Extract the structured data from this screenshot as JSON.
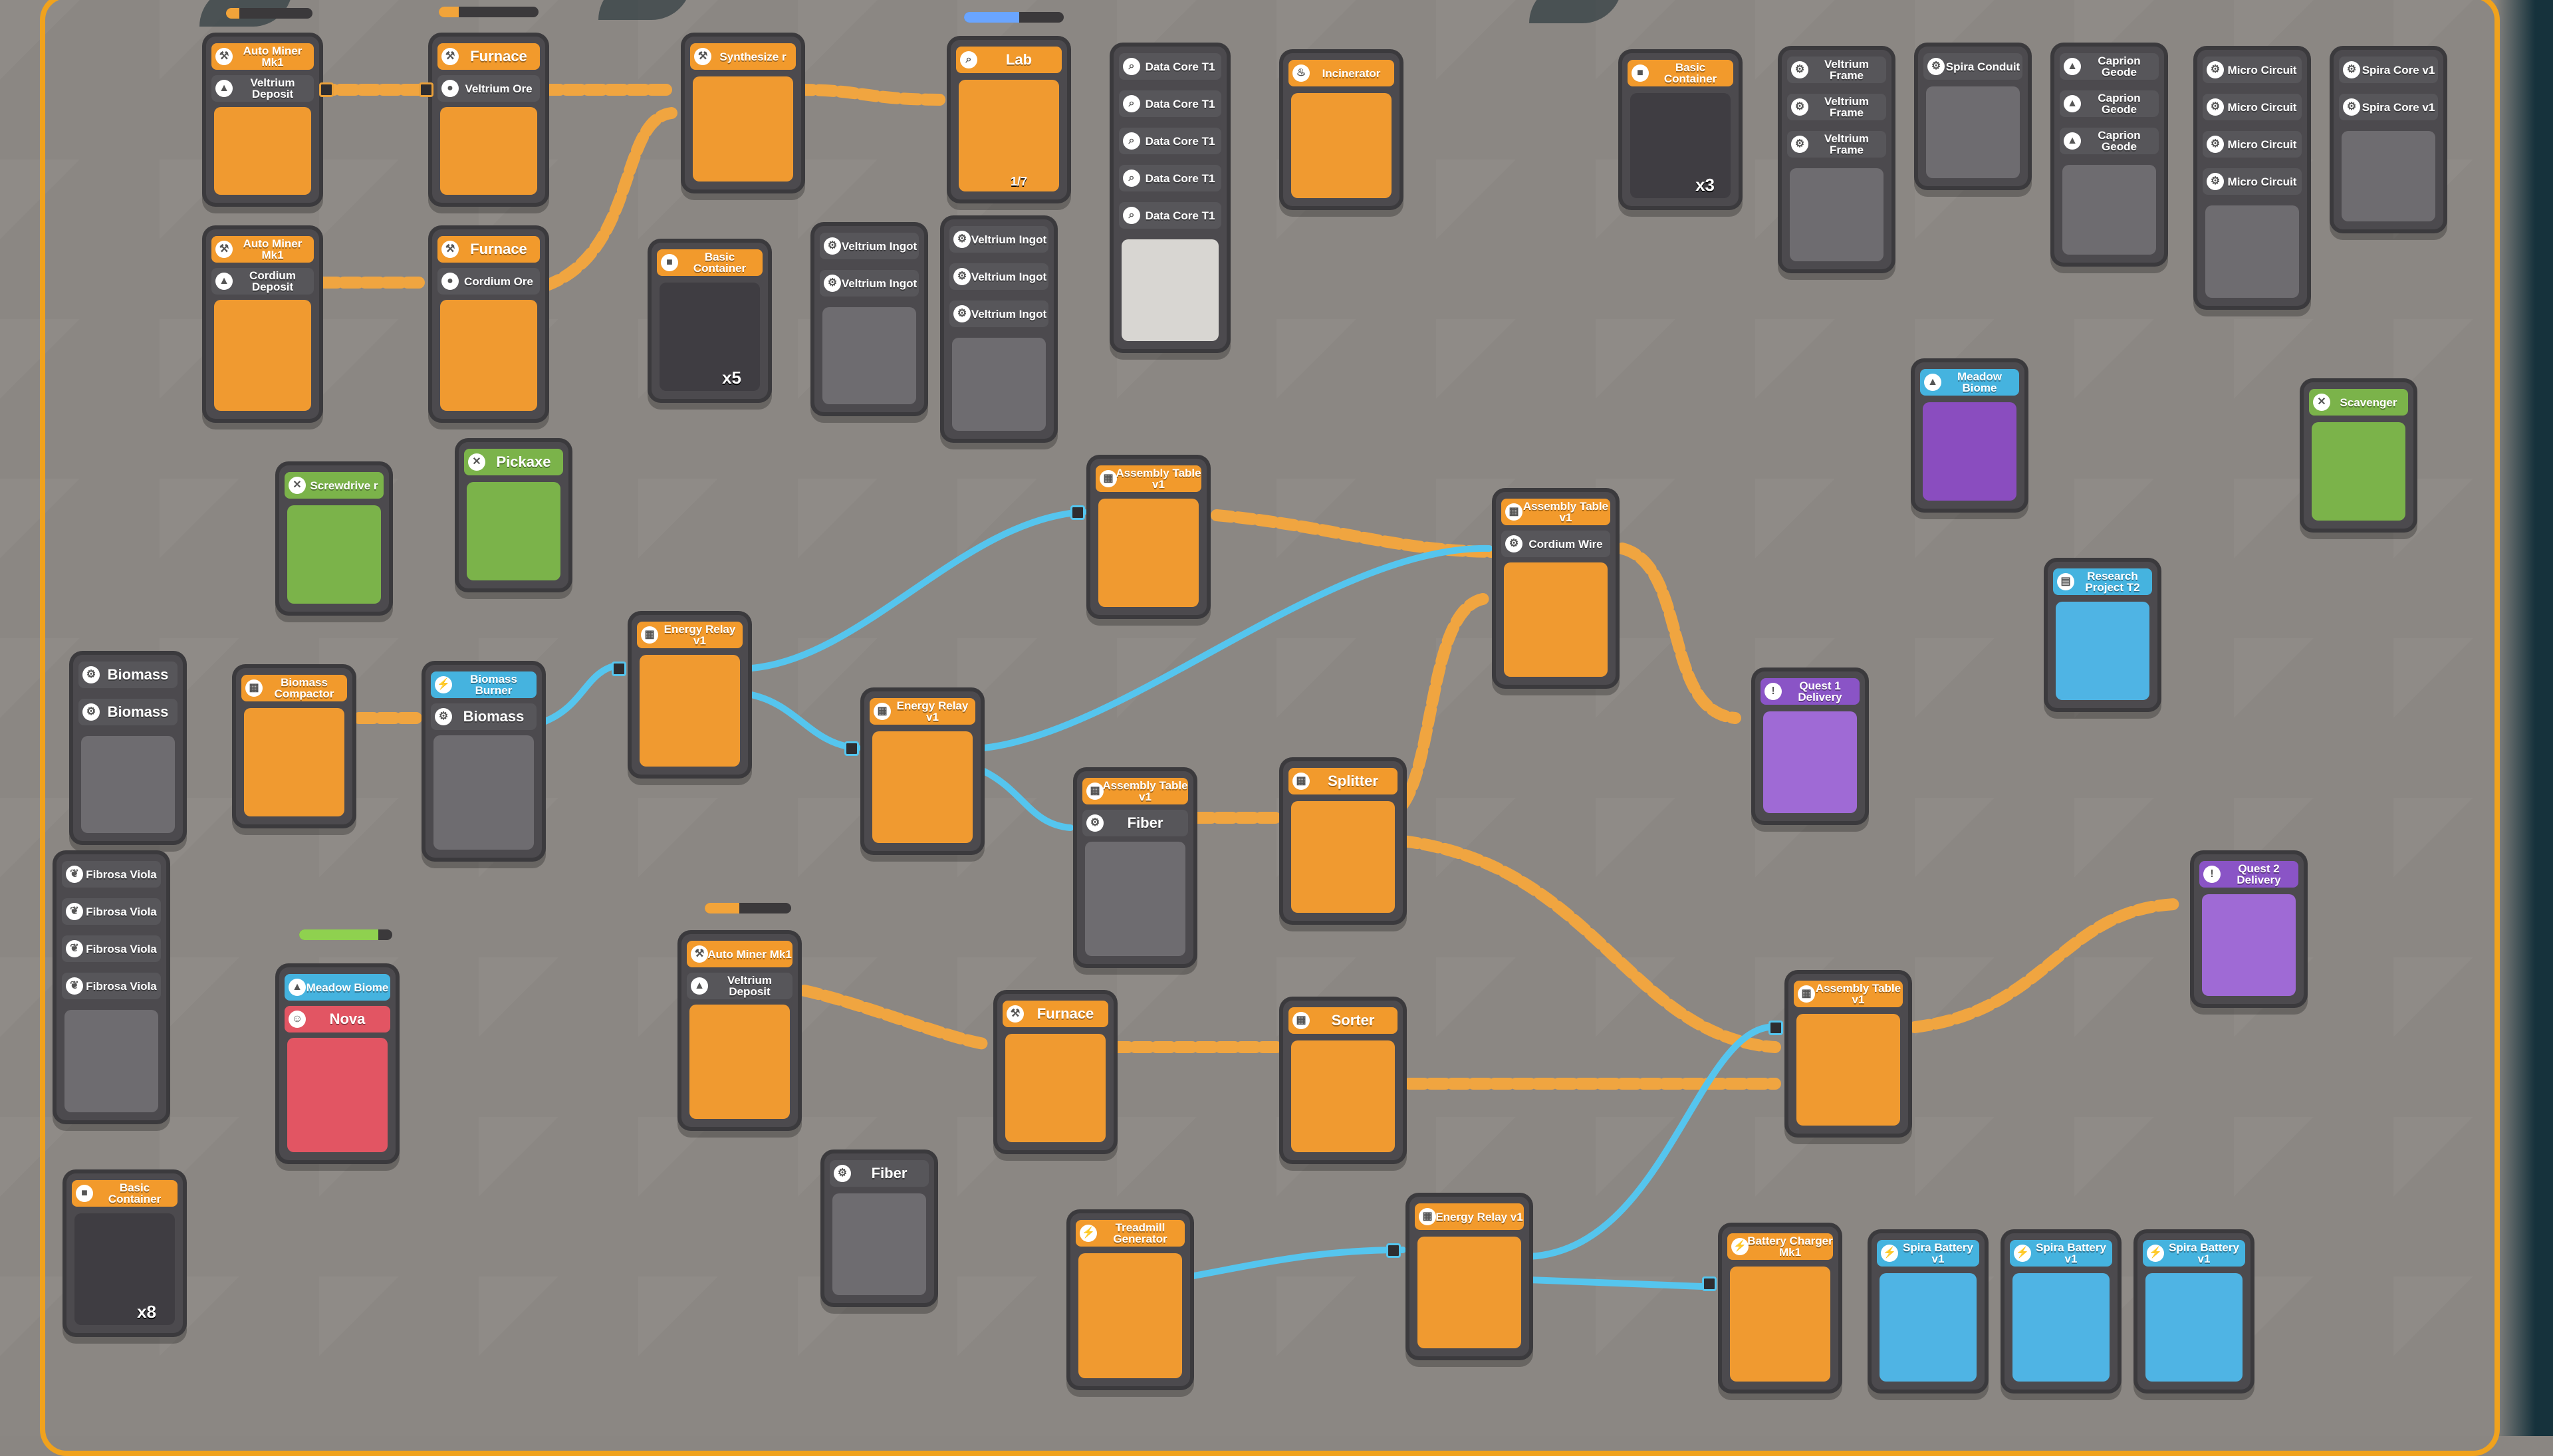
{
  "board": {
    "accent": "#f0a21d",
    "card_orange": "#f29a2c",
    "card_blue": "#45b3df",
    "card_purple": "#8a54c6",
    "card_grey": "#57565a",
    "conveyor_color": "#f0a540",
    "energy_color": "#55c5ee"
  },
  "cards": {
    "miner1": {
      "title": "Auto Miner Mk1",
      "sub": "Veltrium Deposit"
    },
    "miner2": {
      "title": "Auto Miner Mk1",
      "sub": "Cordium Deposit"
    },
    "miner3": {
      "title": "Auto Miner Mk1",
      "sub": "Veltrium Deposit"
    },
    "furnace1": {
      "title": "Furnace",
      "sub": "Veltrium Ore"
    },
    "furnace2": {
      "title": "Furnace",
      "sub": "Cordium Ore"
    },
    "furnace3": {
      "title": "Furnace"
    },
    "synth": {
      "title": "Synthesize r"
    },
    "lab": {
      "title": "Lab",
      "progress_label": "1/7"
    },
    "datacore": {
      "title": "Data Core T1",
      "stack": [
        "Data Core T1",
        "Data Core T1",
        "Data Core T1",
        "Data Core T1",
        "Data Core T1"
      ]
    },
    "incinerator": {
      "title": "Incinerator"
    },
    "container1": {
      "title": "Basic Container",
      "count": "x3"
    },
    "container2": {
      "title": "Basic Container",
      "count": "x5"
    },
    "container3": {
      "title": "Basic Container",
      "count": "x8"
    },
    "ingot1": {
      "stack": [
        "Veltrium Ingot",
        "Veltrium Ingot"
      ]
    },
    "ingot2": {
      "stack": [
        "Veltrium Ingot",
        "Veltrium Ingot",
        "Veltrium Ingot"
      ]
    },
    "frame": {
      "stack": [
        "Veltrium Frame",
        "Veltrium Frame",
        "Veltrium Frame"
      ]
    },
    "conduit": {
      "title": "Spira Conduit"
    },
    "geode": {
      "stack": [
        "Caprion Geode",
        "Caprion Geode",
        "Caprion Geode"
      ]
    },
    "circuit": {
      "stack": [
        "Micro Circuit",
        "Micro Circuit",
        "Micro Circuit",
        "Micro Circuit"
      ]
    },
    "spiracore": {
      "stack": [
        "Spira Core v1",
        "Spira Core v1"
      ]
    },
    "meadow1": {
      "title": "Meadow Biome"
    },
    "scavenger": {
      "title": "Scavenger"
    },
    "research": {
      "title": "Research Project T2"
    },
    "screwdriver": {
      "title": "Screwdrive r"
    },
    "pickaxe": {
      "title": "Pickaxe"
    },
    "asm1": {
      "title": "Assembly Table v1"
    },
    "asm2": {
      "title": "Assembly Table v1",
      "sub": "Cordium Wire"
    },
    "asm3": {
      "title": "Assembly Table v1",
      "sub": "Fiber"
    },
    "asm4": {
      "title": "Assembly Table v1"
    },
    "biomass": {
      "stack": [
        "Biomass",
        "Biomass"
      ]
    },
    "compactor": {
      "title": "Biomass Compactor"
    },
    "burner": {
      "title": "Biomass Burner",
      "sub": "Biomass"
    },
    "relay1": {
      "title": "Energy Relay v1"
    },
    "relay2": {
      "title": "Energy Relay v1"
    },
    "relay3": {
      "title": "Energy Relay v1"
    },
    "splitter": {
      "title": "Splitter"
    },
    "sorter": {
      "title": "Sorter"
    },
    "quest1": {
      "title": "Quest 1 Delivery"
    },
    "quest2": {
      "title": "Quest 2 Delivery"
    },
    "fibrosa": {
      "stack": [
        "Fibrosa Viola",
        "Fibrosa Viola",
        "Fibrosa Viola",
        "Fibrosa Viola"
      ]
    },
    "nova": {
      "biome": "Meadow Biome",
      "name": "Nova"
    },
    "fiber2": {
      "title": "Fiber"
    },
    "treadmill": {
      "title": "Treadmill Generator"
    },
    "charger": {
      "title": "Battery Charger Mk1"
    },
    "battery1": {
      "title": "Spira Battery v1"
    },
    "battery2": {
      "title": "Spira Battery v1"
    },
    "battery3": {
      "title": "Spira Battery v1"
    }
  },
  "progress": {
    "miner1": 0.15,
    "furnace1": 0.2,
    "lab": 0.55,
    "miner3": 0.4,
    "nova_health": 0.85
  }
}
